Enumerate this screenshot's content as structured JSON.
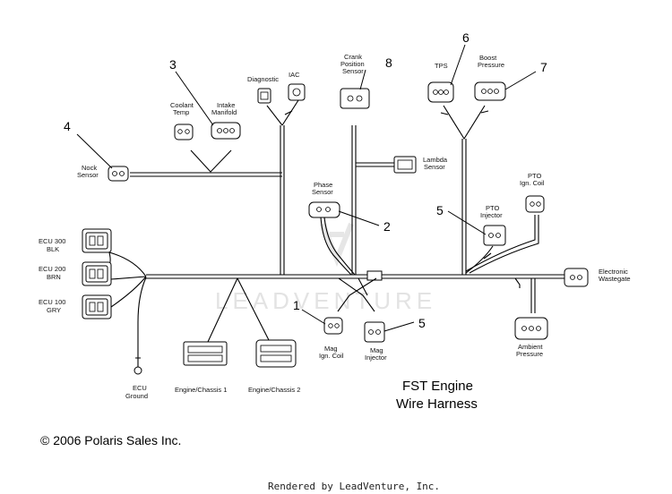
{
  "watermark": "LEADVENTURE",
  "title": [
    "FST Engine",
    "Wire Harness"
  ],
  "copyright": "© 2006 Polaris Sales Inc.",
  "rendered_by": "Rendered by LeadVenture, Inc.",
  "callouts": {
    "n1": "1",
    "n2": "2",
    "n3": "3",
    "n4": "4",
    "n5a": "5",
    "n5b": "5",
    "n6": "6",
    "n7": "7",
    "n8": "8"
  },
  "labels": {
    "ecu300": [
      "ECU 300",
      "BLK"
    ],
    "ecu200": [
      "ECU 200",
      "BRN"
    ],
    "ecu100": [
      "ECU 100",
      "GRY"
    ],
    "ecu_ground": [
      "ECU",
      "Ground"
    ],
    "engine_chassis_1": "Engine/Chassis 1",
    "engine_chassis_2": "Engine/Chassis 2",
    "nock_sensor": [
      "Nock",
      "Sensor"
    ],
    "coolant_temp": [
      "Coolant",
      "Temp"
    ],
    "intake_manifold": [
      "Intake",
      "Manifold"
    ],
    "diagnostic": "Diagnostic",
    "iac": "IAC",
    "crank_position_sensor": [
      "Crank",
      "Position",
      "Sensor"
    ],
    "lambda_sensor": [
      "Lambda",
      "Sensor"
    ],
    "phase_sensor": [
      "Phase",
      "Sensor"
    ],
    "tps": "TPS",
    "boost_pressure": [
      "Boost",
      "Pressure"
    ],
    "pto_ign_coil": [
      "PTO",
      "Ign. Coil"
    ],
    "pto_injector": [
      "PTO",
      "Injector"
    ],
    "electronic_wastegate": [
      "Electronic",
      "Wastegate"
    ],
    "mag_ign_coil": [
      "Mag",
      "Ign. Coil"
    ],
    "mag_injector": [
      "Mag",
      "Injector"
    ],
    "ambient_pressure": [
      "Ambient",
      "Pressure"
    ]
  }
}
